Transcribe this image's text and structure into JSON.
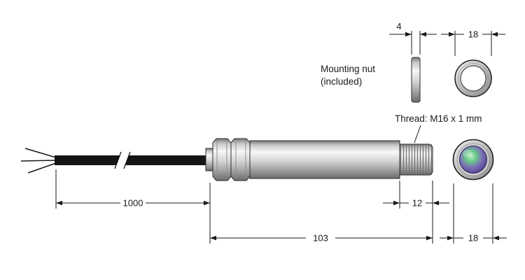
{
  "labels": {
    "mounting_nut_line1": "Mounting nut",
    "mounting_nut_line2": "(included)",
    "thread_spec": "Thread: M16 x 1 mm"
  },
  "dims": {
    "cable_length": "1000",
    "body_length": "103",
    "thread_length": "12",
    "nut_thickness": "4",
    "nut_diameter": "18",
    "housing_diameter": "18"
  },
  "colors": {
    "line": "#1a1a1a",
    "cable_black": "#141414",
    "metal_light": "#f7f7f7",
    "metal_dark": "#6b6b6b",
    "lens_green": "#67c98b",
    "lens_purple": "#5e4a9c",
    "background": "#ffffff"
  }
}
